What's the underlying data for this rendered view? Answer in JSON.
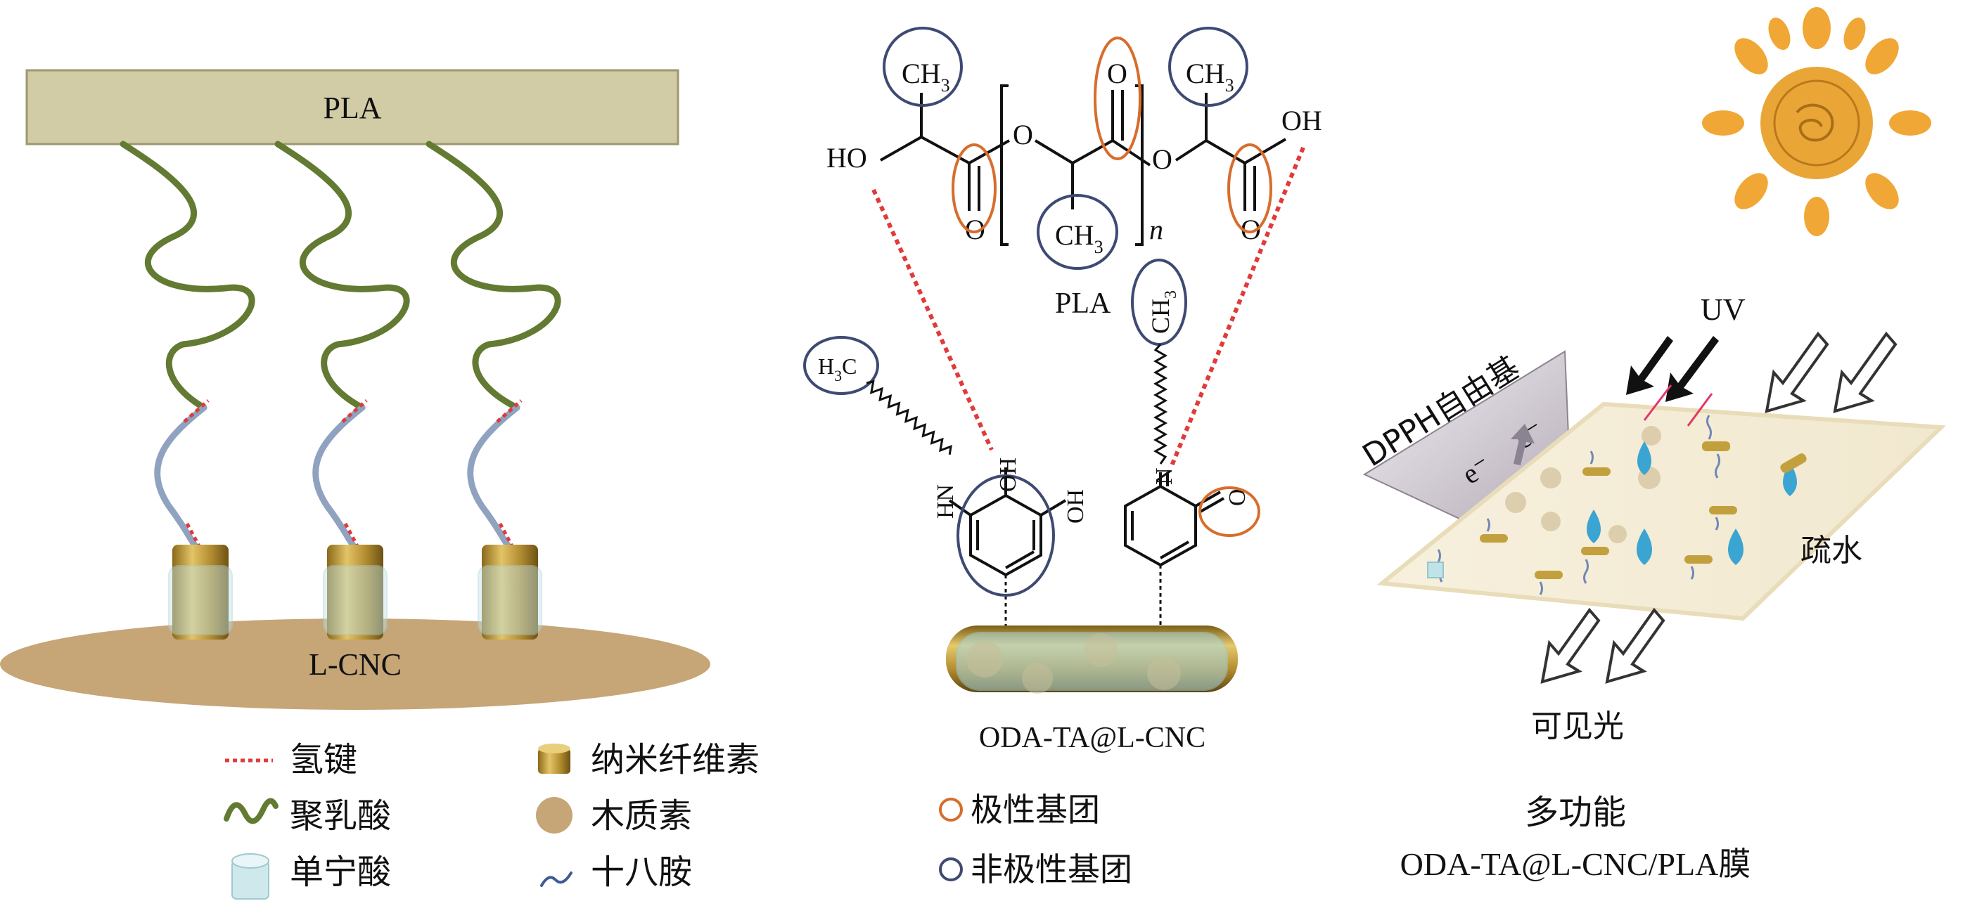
{
  "panel_left": {
    "pla_label": "PLA",
    "lcnc_label": "L-CNC"
  },
  "panel_middle": {
    "atoms": {
      "ch3": "CH",
      "sub3": "3",
      "carbonyl_o": "O",
      "ester_o": "O",
      "ho": "HO",
      "oh": "OH",
      "n_repeat": "n",
      "h3c": "H",
      "h3c_c": "C",
      "hn": "HN",
      "n": "N",
      "o": "O"
    },
    "pla_label": "PLA",
    "composite_label": "ODA-TA@L-CNC"
  },
  "panel_right": {
    "dpph_label": "DPPH自由基",
    "electron_label": "e⁻",
    "uv_label": "UV",
    "hydrophobic_label": "疏水",
    "visible_light_label": "可见光",
    "title_line1": "多功能",
    "title_line2": "ODA-TA@L-CNC/PLA膜"
  },
  "legend": {
    "hydrogen_bond": "氢键",
    "polylactic_acid": "聚乳酸",
    "tannic_acid": "单宁酸",
    "nanocellulose": "纳米纤维素",
    "lignin": "木质素",
    "octadecylamine": "十八胺",
    "polar_group": "极性基团",
    "nonpolar_group": "非极性基团"
  },
  "colors": {
    "pla_bar": "#d1cba6",
    "lcnc": "#c6a577",
    "pla_chain": "#637a32",
    "oda_chain": "#8fa3c0",
    "hydrogen_bond": "#e03a3a",
    "polar_circle": "#d76d2d",
    "nonpolar_circle": "#3f4a73",
    "gold": "#c2a03d",
    "film": "#f3ead2",
    "water": "#3aa5d2",
    "sun": "#e9a637"
  }
}
